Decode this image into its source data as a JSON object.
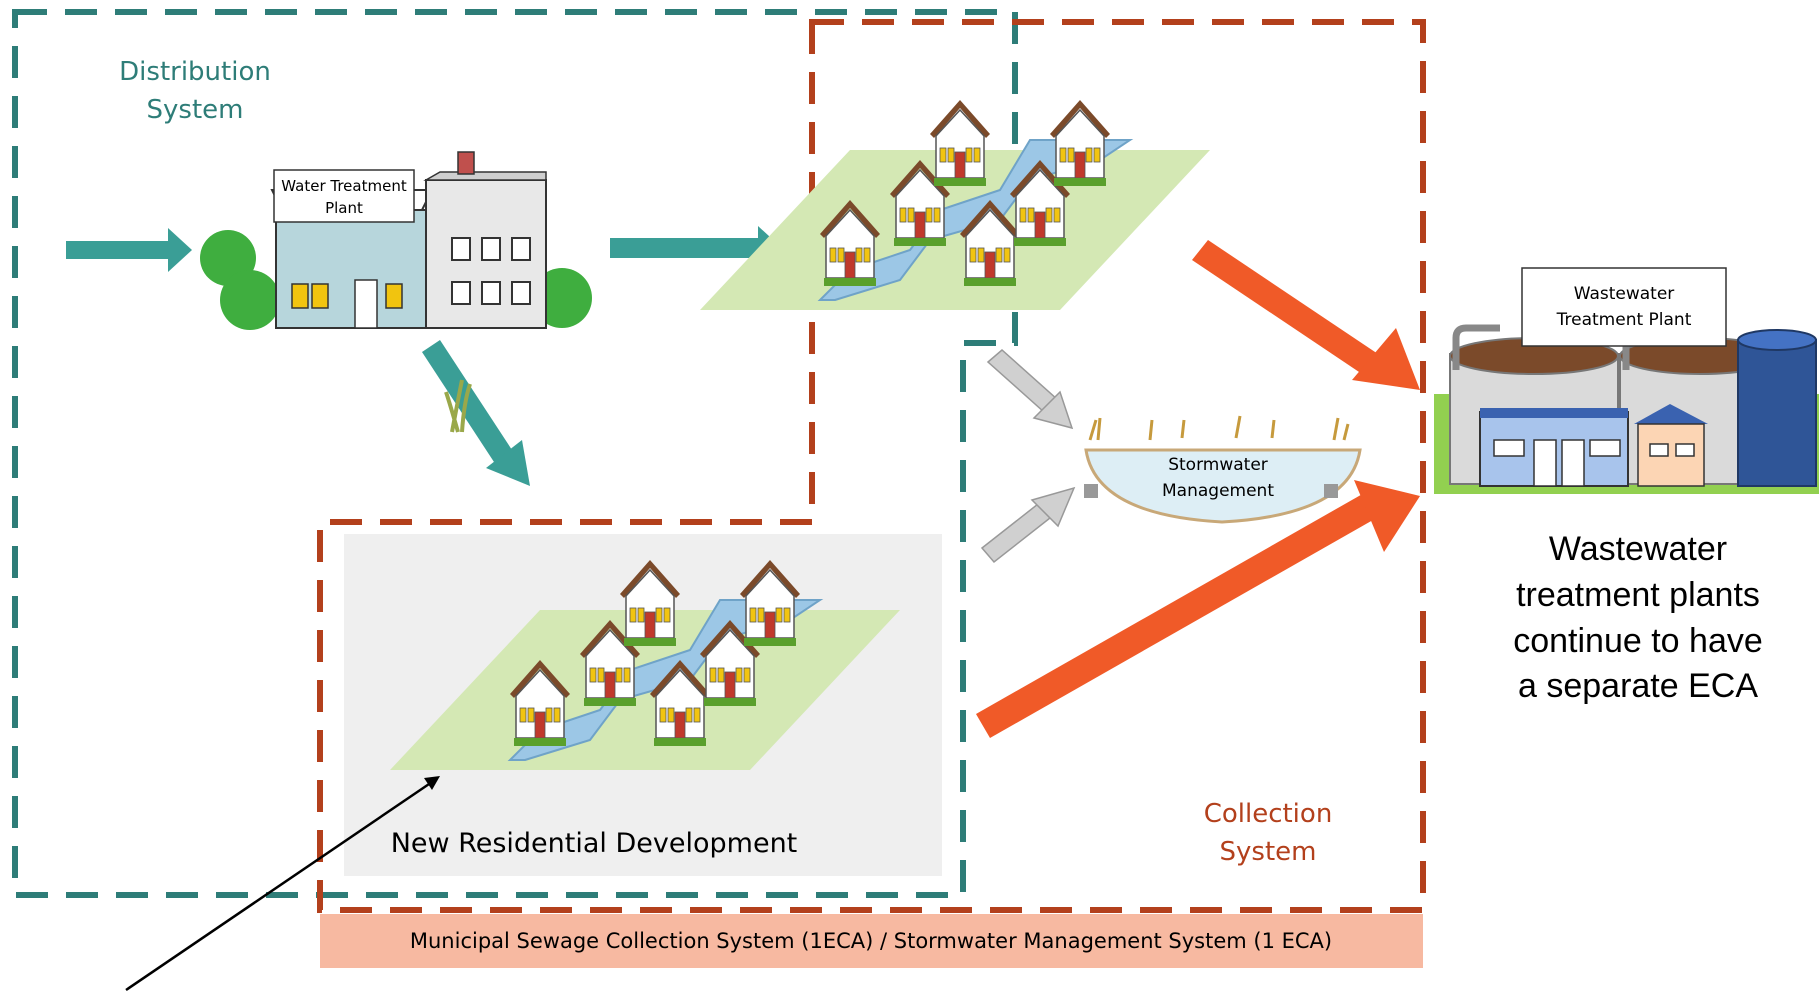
{
  "labels": {
    "distribution_line1": "Distribution",
    "distribution_line2": "System",
    "collection_line1": "Collection",
    "collection_line2": "System",
    "water_plant_line1": "Water Treatment",
    "water_plant_line2": "Plant",
    "wastewater_plant_line1": "Wastewater",
    "wastewater_plant_line2": "Treatment Plant",
    "stormwater_line1": "Stormwater",
    "stormwater_line2": "Management",
    "new_development": "New Residential Development",
    "banner": "Municipal Sewage Collection System (1ECA) / Stormwater Management System (1 ECA)"
  },
  "note": {
    "line1": "Wastewater",
    "line2": "treatment plants",
    "line3": "continue to have",
    "line4": "a separate ECA"
  },
  "colors": {
    "distribution": "#2e7d78",
    "collection": "#b3401c",
    "flow_arrow_teal": "#3a9e96",
    "flow_arrow_orange": "#f05a28",
    "flow_arrow_grey": "#c8c8c8",
    "banner_fill": "#f7b9a1"
  }
}
